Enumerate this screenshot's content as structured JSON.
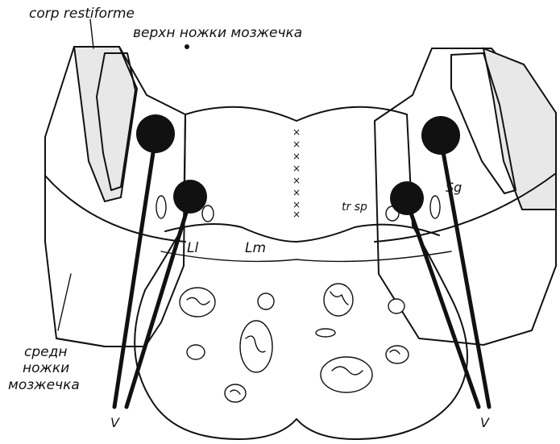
{
  "labels": {
    "corp_restiforme": "corp restiforme",
    "upper_peduncle": "верхн ножки мозжечка",
    "middle_peduncle_line1": "средн",
    "middle_peduncle_line2": "ножки",
    "middle_peduncle_line3": "мозжечка",
    "sg": "Sg",
    "tr_sp": "tr sp",
    "ll": "Ll",
    "lm": "Lm",
    "v_left": "V",
    "v_right": "V",
    "midline_marks": "× × × × × × × ×"
  },
  "colors": {
    "ink": "#111111",
    "paper": "#ffffff",
    "stipple": "#555555"
  }
}
